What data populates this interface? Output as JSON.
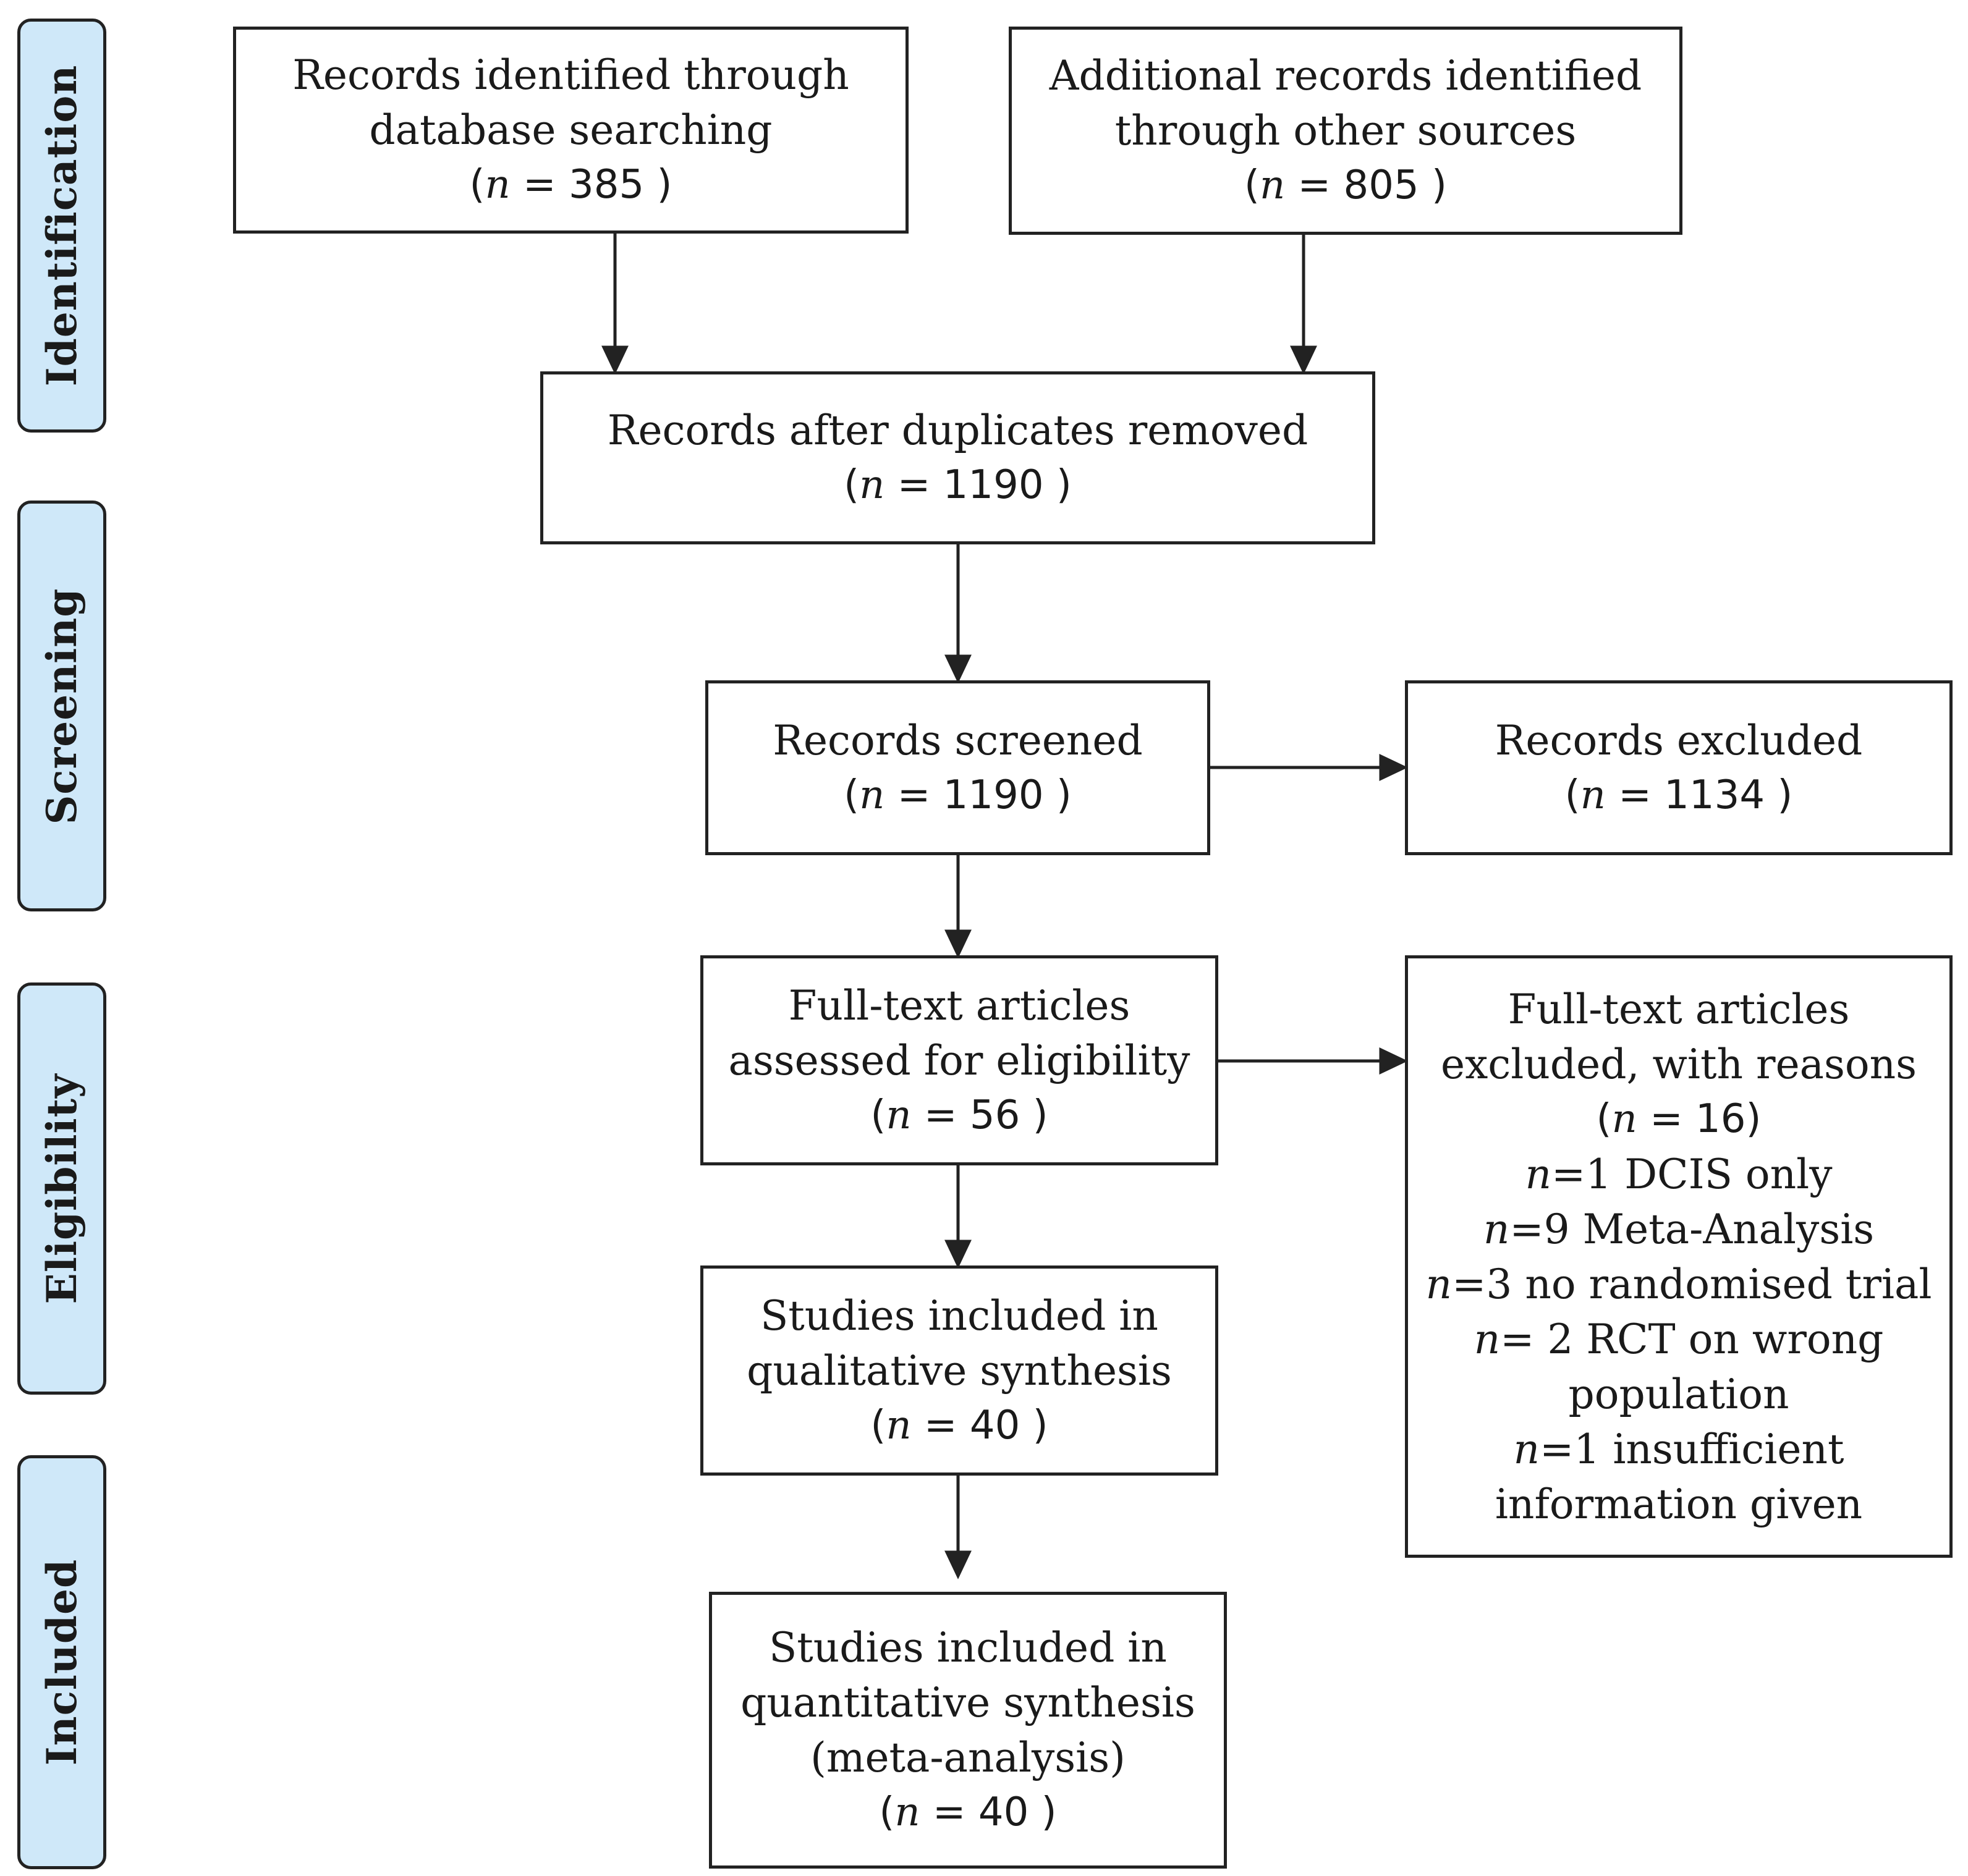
{
  "phases": {
    "identification": "Identification",
    "screening": "Screening",
    "eligibility": "Eligibility",
    "included": "Included"
  },
  "boxes": {
    "database": {
      "line1": "Records identified through",
      "line2": "database searching",
      "n_open": "(",
      "n_var": "n",
      "n_value": " = 385 )"
    },
    "other_sources": {
      "line1": "Additional records identified",
      "line2": "through other sources",
      "n_open": "(",
      "n_var": "n",
      "n_value": " = 805 )"
    },
    "duplicates_removed": {
      "line1": "Records after duplicates removed",
      "n_open": "(",
      "n_var": "n",
      "n_value": " = 1190 )"
    },
    "screened": {
      "line1": "Records screened",
      "n_open": "(",
      "n_var": "n",
      "n_value": " = 1190 )"
    },
    "excluded": {
      "line1": "Records excluded",
      "n_open": "(",
      "n_var": "n",
      "n_value": " = 1134 )"
    },
    "fulltext_assessed": {
      "line1": "Full-text articles",
      "line2": "assessed for eligibility",
      "n_open": "(",
      "n_var": "n",
      "n_value": " = 56  )"
    },
    "fulltext_excluded": {
      "line1": "Full-text articles",
      "line2": "excluded, with reasons",
      "n_open": "(",
      "n_var": "n",
      "n_value": " = 16)",
      "reasons": [
        {
          "var": "n",
          "text": "=1 DCIS only"
        },
        {
          "var": "n",
          "text": "=9 Meta-Analysis"
        },
        {
          "var": "n",
          "text": "=3 no randomised trial"
        },
        {
          "var": "n",
          "text": "= 2 RCT on wrong"
        },
        {
          "var": "",
          "text": "population"
        },
        {
          "var": "n",
          "text": "=1 insufficient"
        },
        {
          "var": "",
          "text": "information given"
        }
      ]
    },
    "qualitative": {
      "line1": "Studies included in",
      "line2": "qualitative synthesis",
      "n_open": "(",
      "n_var": "n",
      "n_value": " = 40  )"
    },
    "quantitative": {
      "line1": "Studies included in",
      "line2": "quantitative synthesis",
      "line3": "(meta-analysis)",
      "n_open": "(",
      "n_var": "n",
      "n_value": " = 40  )"
    }
  }
}
